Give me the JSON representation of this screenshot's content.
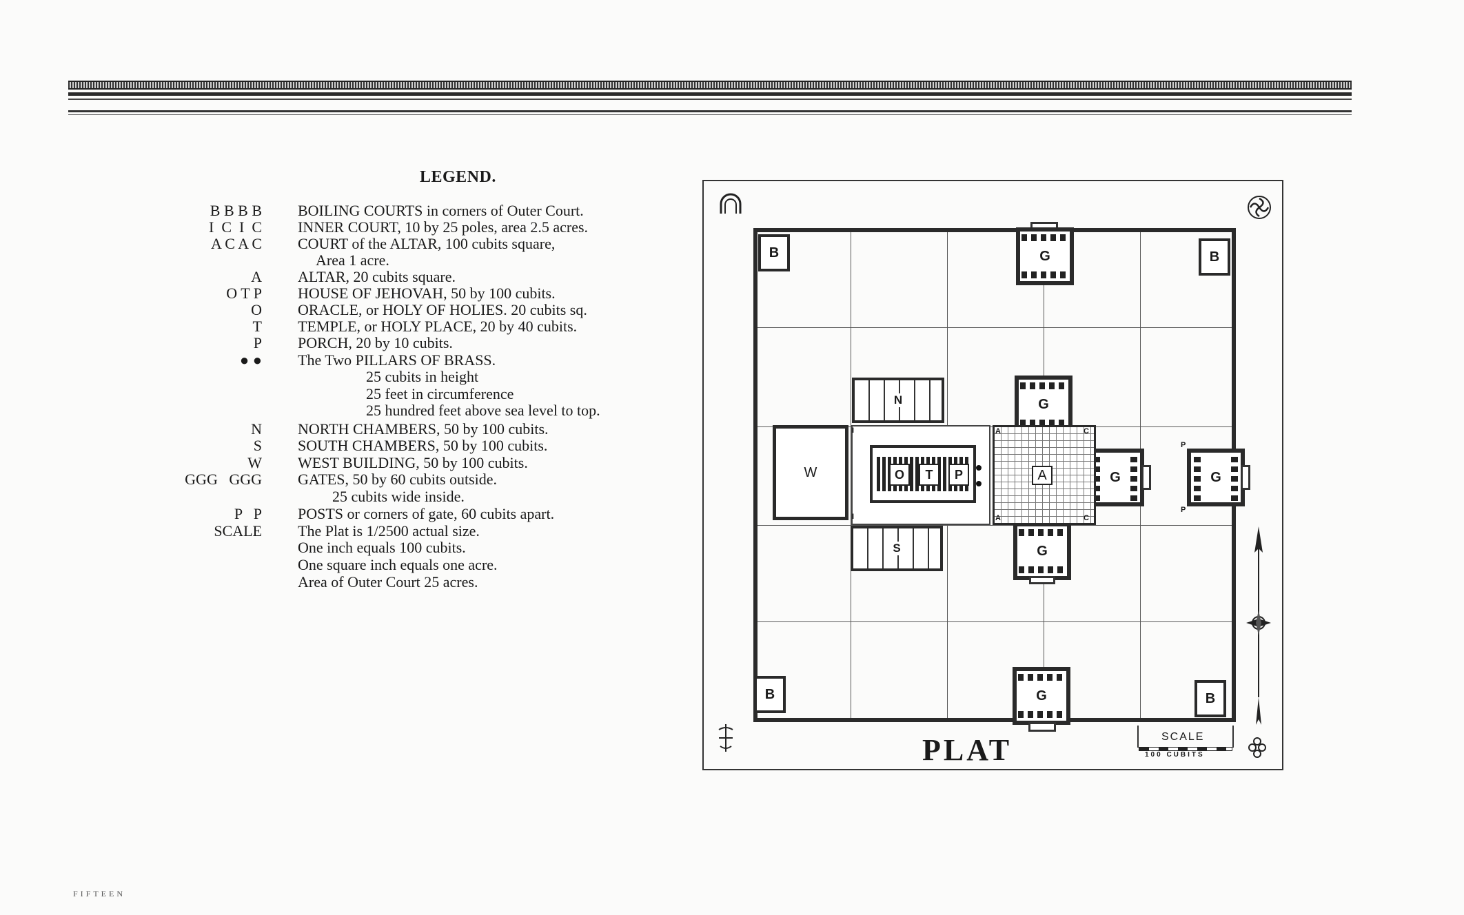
{
  "legend": {
    "title": "LEGEND.",
    "rows": [
      {
        "key": "B B B B",
        "desc": "BOILING COURTS in corners of Outer Court."
      },
      {
        "key": "I  C  I  C",
        "desc": "INNER COURT, 10 by 25 poles, area 2.5 acres."
      },
      {
        "key": "A C A C",
        "desc": "COURT of the ALTAR, 100 cubits square,"
      },
      {
        "key": "",
        "desc": "Area 1 acre."
      },
      {
        "key": "A",
        "desc": "ALTAR, 20 cubits square."
      },
      {
        "key": "O T P",
        "desc": "HOUSE OF JEHOVAH, 50 by 100 cubits."
      },
      {
        "key": "O",
        "desc": "ORACLE, or HOLY OF HOLIES. 20 cubits sq."
      },
      {
        "key": "T",
        "desc": "TEMPLE, or HOLY PLACE, 20 by 40 cubits."
      },
      {
        "key": "P",
        "desc": "PORCH, 20 by 10 cubits."
      },
      {
        "key": "● ●",
        "desc": "The Two PILLARS OF BRASS."
      },
      {
        "key": "",
        "desc": "25 cubits in height"
      },
      {
        "key": "",
        "desc": "25 feet in circumference"
      },
      {
        "key": "",
        "desc": "25 hundred feet above sea level to top."
      },
      {
        "key": "N",
        "desc": "NORTH CHAMBERS, 50 by 100 cubits."
      },
      {
        "key": "S",
        "desc": "SOUTH CHAMBERS, 50 by 100 cubits."
      },
      {
        "key": "W",
        "desc": "WEST BUILDING, 50 by 100 cubits."
      },
      {
        "key": "GGG   GGG",
        "desc": "GATES, 50 by 60 cubits outside."
      },
      {
        "key": "",
        "desc": "25 cubits wide inside."
      },
      {
        "key": "P   P",
        "desc": "POSTS or corners of gate, 60 cubits apart."
      },
      {
        "key": "SCALE",
        "desc": "The Plat is 1/2500 actual size."
      },
      {
        "key": "",
        "desc": "One inch equals 100 cubits."
      },
      {
        "key": "",
        "desc": "One square inch equals one acre."
      },
      {
        "key": "",
        "desc": "Area of Outer Court 25 acres."
      }
    ]
  },
  "plat": {
    "title": "PLAT",
    "corner_label": "B",
    "gate_label": "G",
    "north_chamber_label": "N",
    "south_chamber_label": "S",
    "west_building_label": "W",
    "oracle_label": "O",
    "temple_label": "T",
    "porch_label": "P",
    "altar_label": "A",
    "inner_court_label": "I",
    "court_altar_label": "A",
    "court_corner_label": "C",
    "post_label": "P",
    "scale_label": "SCALE",
    "scale_units": "100 CUBITS"
  },
  "page_number": "FIFTEEN",
  "colors": {
    "ink": "#2a2a2a",
    "paper": "#fbfbfa"
  }
}
